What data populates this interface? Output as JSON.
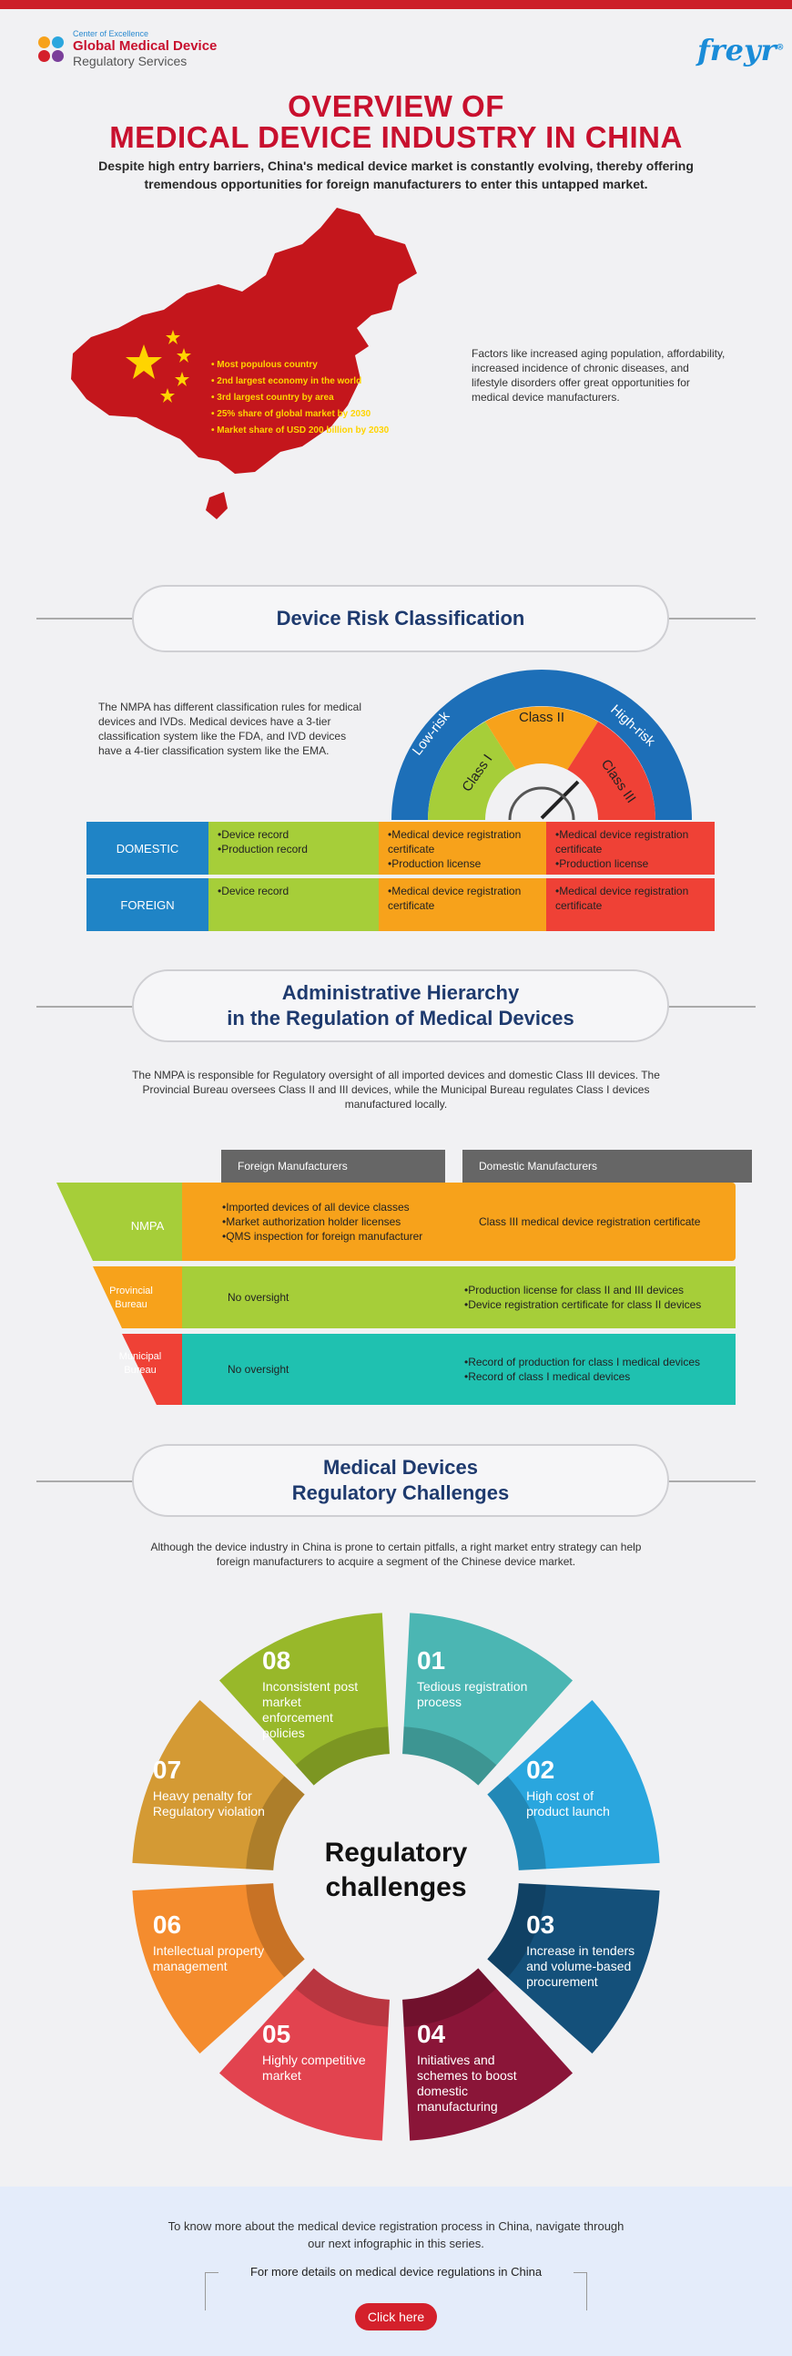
{
  "brand": {
    "small": "Center of Excellence",
    "line1": "Global Medical Device",
    "line2": "Regulatory Services",
    "logo": "freyr",
    "logo_mark": "®"
  },
  "hero": {
    "title1": "OVERVIEW OF",
    "title2": "MEDICAL DEVICE INDUSTRY IN CHINA",
    "subtitle": "Despite high entry barriers, China's medical device market is constantly evolving, thereby offering tremendous opportunities for foreign manufacturers to enter this untapped market."
  },
  "map": {
    "bullets": [
      "Most populous country",
      "2nd largest economy in the world",
      "3rd largest country by area",
      "25% share of global market by 2030",
      "Market share of USD 200  billion by 2030"
    ],
    "note": "Factors like increased aging population, affordability, increased incidence of chronic diseases, and lifestyle disorders offer great opportunities for medical device manufacturers."
  },
  "risk": {
    "heading": "Device Risk Classification",
    "intro": "The NMPA has different classification rules for medical devices and IVDs. Medical devices have a 3-tier classification system like the FDA, and IVD devices have a 4-tier classification system like the EMA.",
    "gauge": {
      "low": "Low-risk",
      "high": "High-risk",
      "c1": "Class I",
      "c2": "Class II",
      "c3": "Class III"
    },
    "rows": [
      {
        "label": "DOMESTIC",
        "c1": [
          "Device record",
          "Production record"
        ],
        "c2": [
          "Medical device registration certificate",
          "Production license"
        ],
        "c3": [
          "Medical device registration certificate",
          "Production license"
        ]
      },
      {
        "label": "FOREIGN",
        "c1": [
          "Device record"
        ],
        "c2": [
          "Medical device registration certificate"
        ],
        "c3": [
          "Medical device registration certificate"
        ]
      }
    ],
    "colors": {
      "blue": "#1f84c6",
      "green": "#a6ce39",
      "orange": "#f7a21b",
      "red": "#ef4136",
      "navy": "#1d6fb8"
    }
  },
  "hierarchy": {
    "heading1": "Administrative Hierarchy",
    "heading2": "in the Regulation of Medical Devices",
    "intro": "The NMPA is responsible for Regulatory oversight of all imported devices and domestic Class III devices. The Provincial Bureau oversees Class II and III devices, while the Municipal Bureau regulates Class I devices manufactured locally.",
    "col_foreign": "Foreign Manufacturers",
    "col_domestic": "Domestic Manufacturers",
    "rows": [
      {
        "label": "NMPA",
        "foreign": [
          "Imported devices of all device classes",
          "Market authorization holder licenses",
          "QMS inspection for foreign manufacturer"
        ],
        "domestic_text": "Class III medical device registration certificate"
      },
      {
        "label": "Provincial Bureau",
        "foreign_text": "No oversight",
        "domestic": [
          "Production license for class II and III devices",
          "Device registration certificate for class II devices"
        ]
      },
      {
        "label": "Municipal Bureau",
        "foreign_text": "No oversight",
        "domestic": [
          "Record of production for class I medical devices",
          "Record of class I medical devices"
        ]
      }
    ]
  },
  "challenges": {
    "heading1": "Medical Devices",
    "heading2": "Regulatory Challenges",
    "intro": "Although the device industry in China is prone to certain pitfalls, a right market entry strategy can help foreign manufacturers to acquire a segment of the Chinese device market.",
    "center1": "Regulatory",
    "center2": "challenges",
    "items": [
      {
        "num": "01",
        "text": "Tedious registration process",
        "color": "#4bb6b3"
      },
      {
        "num": "02",
        "text": "High cost of product launch",
        "color": "#2aa6de"
      },
      {
        "num": "03",
        "text": "Increase in tenders and volume-based procurement",
        "color": "#14507a"
      },
      {
        "num": "04",
        "text": "Initiatives and schemes to boost domestic manufacturing",
        "color": "#8a1538"
      },
      {
        "num": "05",
        "text": "Highly competitive market",
        "color": "#e2434f"
      },
      {
        "num": "06",
        "text": "Intellectual property management",
        "color": "#f48c2e"
      },
      {
        "num": "07",
        "text": "Heavy penalty for Regulatory violation",
        "color": "#d49a34"
      },
      {
        "num": "08",
        "text": "Inconsistent post market enforcement policies",
        "color": "#98b82a"
      }
    ]
  },
  "footer": {
    "text": "To know more about the medical device registration process in China, navigate through our next infographic in this series.",
    "more": "For more details on medical device regulations in China",
    "button": "Click here"
  }
}
